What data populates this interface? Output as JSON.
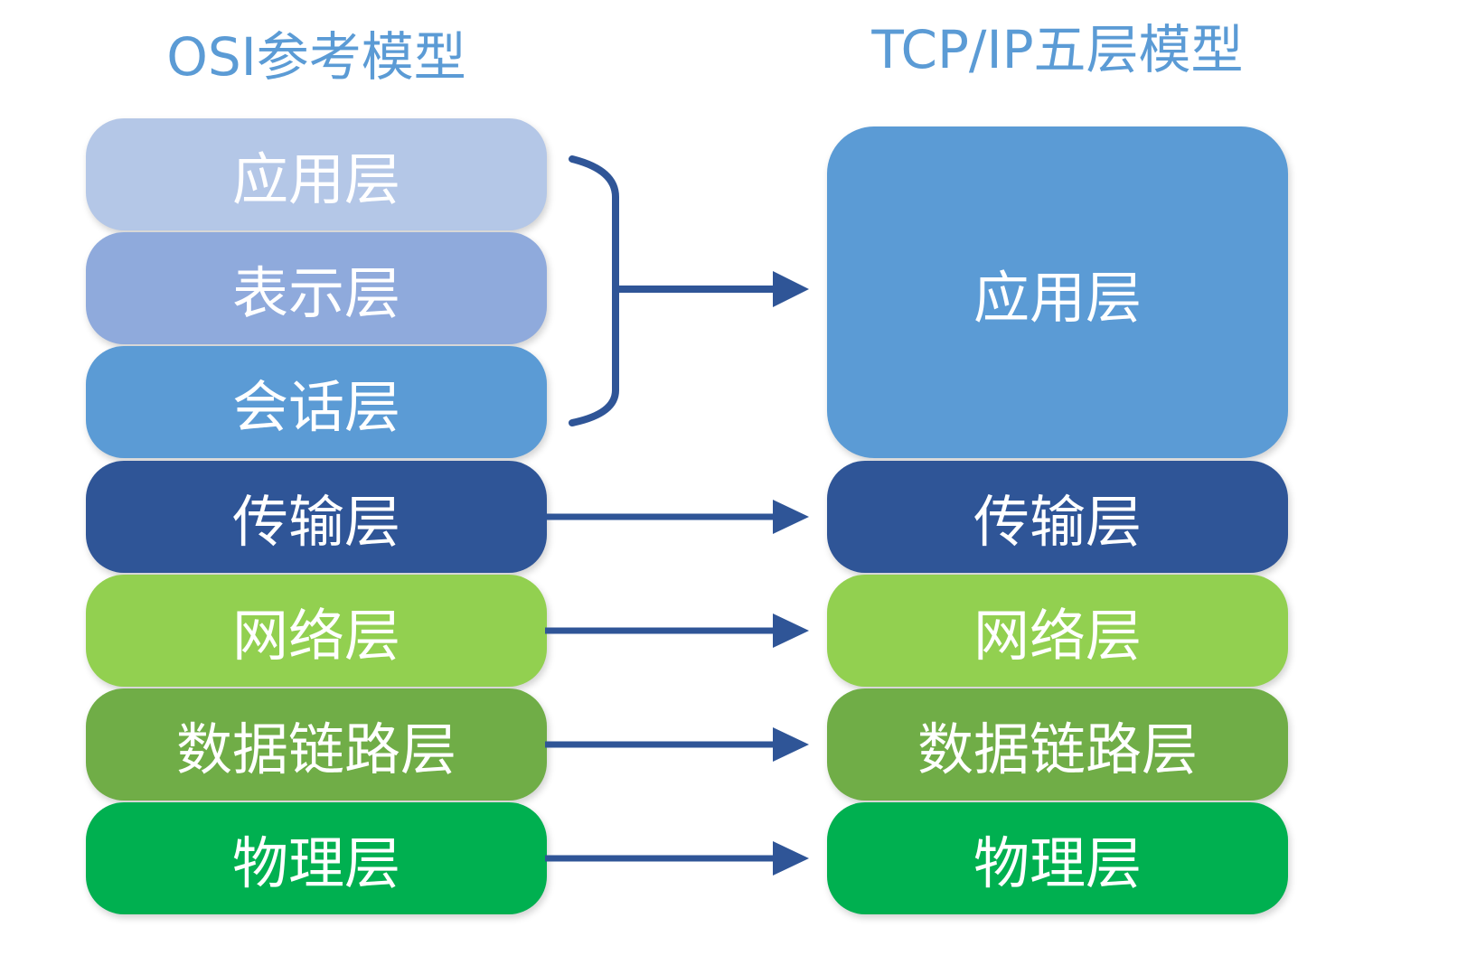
{
  "osi": {
    "title": "OSI参考模型",
    "layers": [
      {
        "label": "应用层",
        "color": "#b4c7e7"
      },
      {
        "label": "表示层",
        "color": "#8faadc"
      },
      {
        "label": "会话层",
        "color": "#5b9bd5"
      },
      {
        "label": "传输层",
        "color": "#2f5597"
      },
      {
        "label": "网络层",
        "color": "#92d050"
      },
      {
        "label": "数据链路层",
        "color": "#70ad47"
      },
      {
        "label": "物理层",
        "color": "#00b050"
      }
    ]
  },
  "tcpip": {
    "title": "TCP/IP五层模型",
    "layers": [
      {
        "label": "应用层",
        "color": "#5b9bd5"
      },
      {
        "label": "传输层",
        "color": "#2f5597"
      },
      {
        "label": "网络层",
        "color": "#92d050"
      },
      {
        "label": "数据链路层",
        "color": "#70ad47"
      },
      {
        "label": "物理层",
        "color": "#00b050"
      }
    ]
  },
  "colors": {
    "title": "#5b9bd5",
    "connector": "#2f5597"
  }
}
